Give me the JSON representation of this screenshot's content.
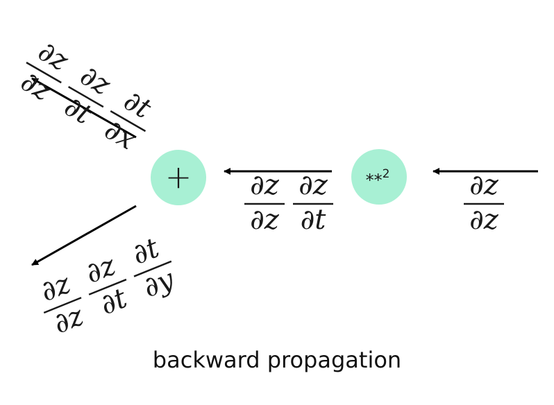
{
  "nodes": {
    "add": {
      "symbol": "+",
      "color": "#a8f0d4"
    },
    "pow": {
      "symbol": "**",
      "exponent": "2",
      "color": "#a8f0d4"
    }
  },
  "gradients": {
    "input": [
      {
        "num": "∂z",
        "den": "∂z"
      }
    ],
    "middle": [
      {
        "num": "∂z",
        "den": "∂z"
      },
      {
        "num": "∂z",
        "den": "∂t"
      }
    ],
    "upper": [
      {
        "num": "∂z",
        "den": "∂z"
      },
      {
        "num": "∂z",
        "den": "∂t"
      },
      {
        "num": "∂t",
        "den": "∂x"
      }
    ],
    "lower": [
      {
        "num": "∂z",
        "den": "∂z"
      },
      {
        "num": "∂z",
        "den": "∂t"
      },
      {
        "num": "∂t",
        "den": "∂y"
      }
    ]
  },
  "caption": "backward propagation"
}
